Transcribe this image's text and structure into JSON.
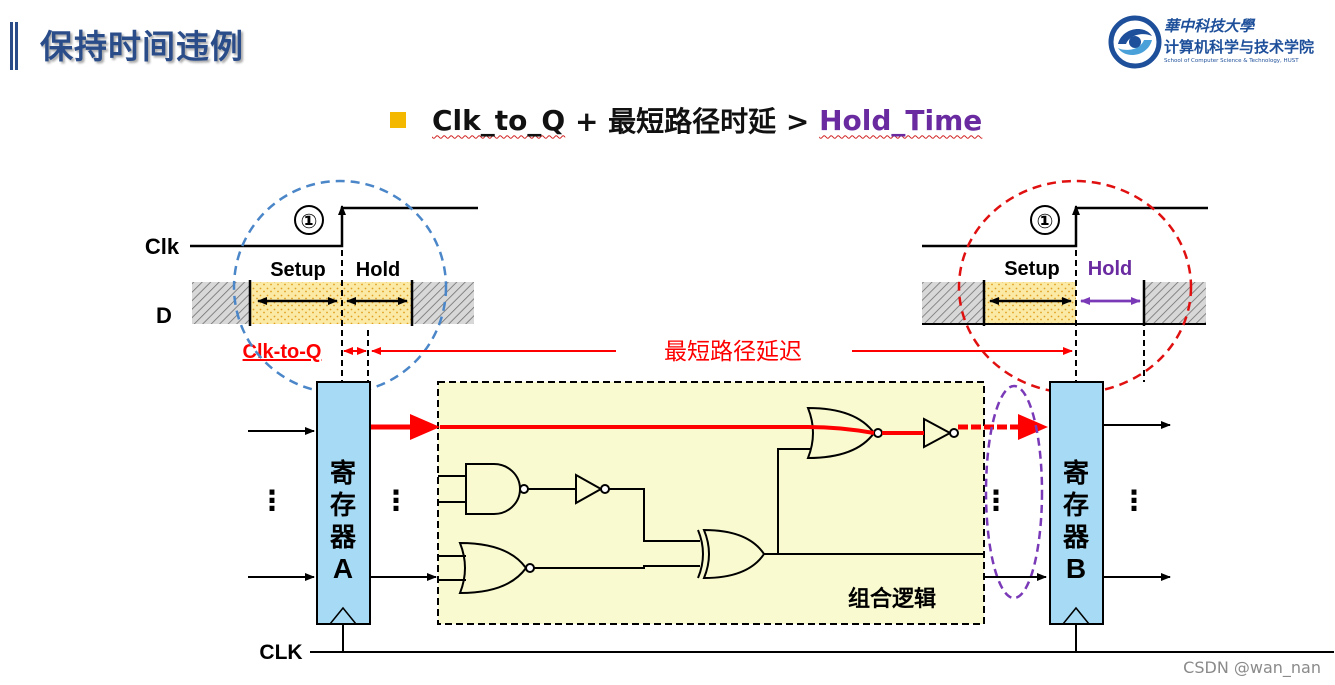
{
  "title": "保持时间违例",
  "logo": {
    "university": "華中科技大學",
    "school": "计算机科学与技术学院",
    "school_en": "School of Computer Science & Technology, HUST"
  },
  "formula": {
    "part1": "Clk_to_Q",
    "part2": " + 最短路径时延 > ",
    "part3": "Hold_Time"
  },
  "timing": {
    "clk_label": "Clk",
    "d_label": "D",
    "edge_marker": "①",
    "setup_label": "Setup",
    "hold_label": "Hold",
    "clk_to_q_label": "Clk-to-Q",
    "shortest_path_label": "最短路径延迟"
  },
  "registers": {
    "a_label_cn": [
      "寄",
      "存",
      "器"
    ],
    "a_letter": "A",
    "b_label_cn": [
      "寄",
      "存",
      "器"
    ],
    "b_letter": "B"
  },
  "logic_label": "组合逻辑",
  "clk_wire_label": "CLK",
  "ellipsis": "⋮",
  "watermark": "CSDN @wan_nan",
  "colors": {
    "title": "#2a4d8a",
    "highlight_path": "#ff0000",
    "hold_violation": "#6a2aa0",
    "register_fill": "#a7dbf5",
    "logic_fill": "#fafad0",
    "bullet": "#f5b800",
    "circle_a": "#4a86c8",
    "circle_b": "#e01010"
  }
}
